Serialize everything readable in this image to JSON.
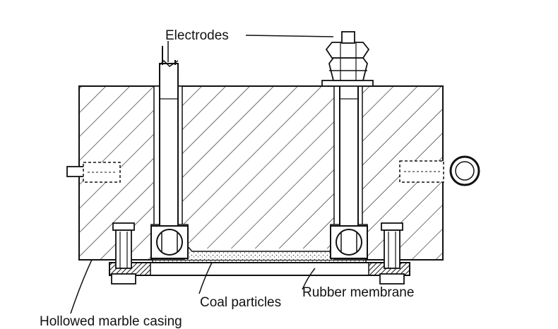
{
  "labels": {
    "electrodes": "Electrodes",
    "coal_particles": "Coal particles",
    "rubber_membrane": "Rubber membrane",
    "hollowed_marble_casing": "Hollowed marble casing"
  }
}
